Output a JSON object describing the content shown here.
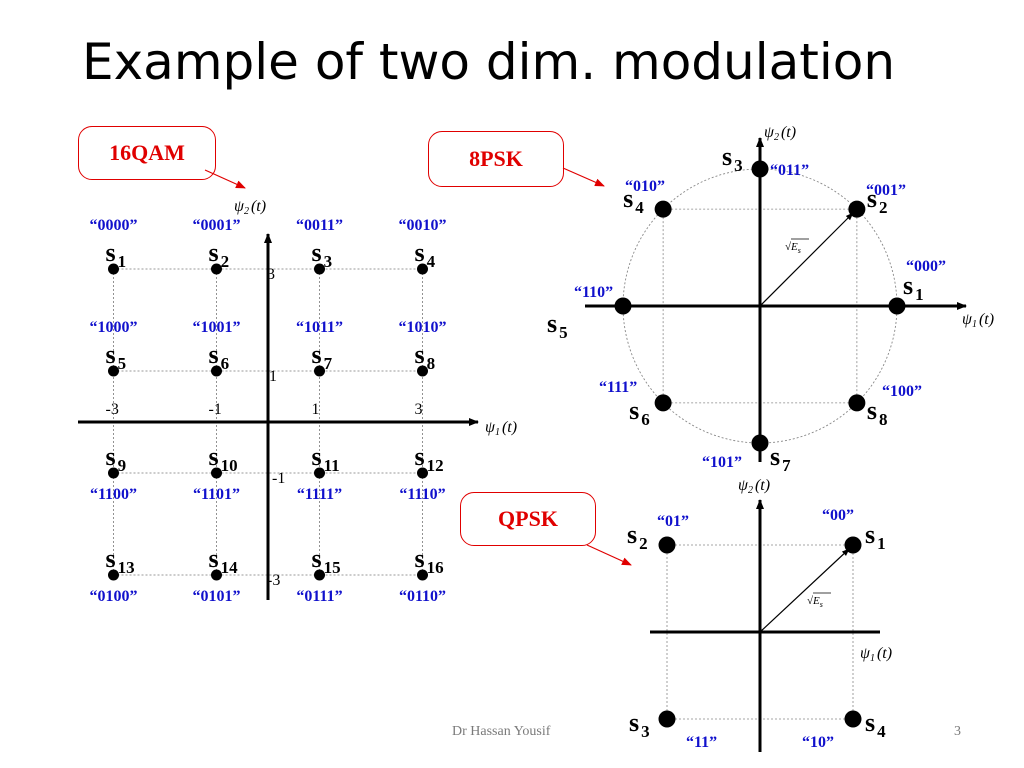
{
  "title": "Example of two dim. modulation",
  "footer": {
    "author": "Dr Hassan Yousif",
    "page": "3"
  },
  "colors": {
    "title": "#000000",
    "box": "#e00000",
    "code": "#1010cc",
    "points": "#000000"
  },
  "qam16": {
    "label": "16QAM",
    "x_label": "ψ1(t)",
    "y_label": "ψ2(t)",
    "x_ticks": [
      "-3",
      "-1",
      "1",
      "3"
    ],
    "y_ticks": [
      "3",
      "1",
      "-1",
      "-3"
    ],
    "points": [
      {
        "name": "s1",
        "x": -3,
        "y": 3,
        "code": "“0000”"
      },
      {
        "name": "s2",
        "x": -1,
        "y": 3,
        "code": "“0001”"
      },
      {
        "name": "s3",
        "x": 1,
        "y": 3,
        "code": "“0011”"
      },
      {
        "name": "s4",
        "x": 3,
        "y": 3,
        "code": "“0010”"
      },
      {
        "name": "s5",
        "x": -3,
        "y": 1,
        "code": "“1000”"
      },
      {
        "name": "s6",
        "x": -1,
        "y": 1,
        "code": "“1001”"
      },
      {
        "name": "s7",
        "x": 1,
        "y": 1,
        "code": "“1011”"
      },
      {
        "name": "s8",
        "x": 3,
        "y": 1,
        "code": "“1010”"
      },
      {
        "name": "s9",
        "x": -3,
        "y": -1,
        "code": "“1100”"
      },
      {
        "name": "s10",
        "x": -1,
        "y": -1,
        "code": "“1101”"
      },
      {
        "name": "s11",
        "x": 1,
        "y": -1,
        "code": "“1111”"
      },
      {
        "name": "s12",
        "x": 3,
        "y": -1,
        "code": "“1110”"
      },
      {
        "name": "s13",
        "x": -3,
        "y": -3,
        "code": "“0100”"
      },
      {
        "name": "s14",
        "x": -1,
        "y": -3,
        "code": "“0101”"
      },
      {
        "name": "s15",
        "x": 1,
        "y": -3,
        "code": "“0111”"
      },
      {
        "name": "s16",
        "x": 3,
        "y": -3,
        "code": "“0110”"
      }
    ]
  },
  "psk8": {
    "label": "8PSK",
    "x_label": "ψ1(t)",
    "y_label": "ψ2(t)",
    "radius_label": "√Es",
    "points": [
      {
        "name": "s1",
        "angle_deg": 0,
        "code": "“000”"
      },
      {
        "name": "s2",
        "angle_deg": 45,
        "code": "“001”"
      },
      {
        "name": "s3",
        "angle_deg": 90,
        "code": "“011”"
      },
      {
        "name": "s4",
        "angle_deg": 135,
        "code": "“010”"
      },
      {
        "name": "s5",
        "angle_deg": 180,
        "code": "“110”"
      },
      {
        "name": "s6",
        "angle_deg": 225,
        "code": "“111”"
      },
      {
        "name": "s7",
        "angle_deg": 270,
        "code": "“101”"
      },
      {
        "name": "s8",
        "angle_deg": 315,
        "code": "“100”"
      }
    ]
  },
  "qpsk": {
    "label": "QPSK",
    "x_label": "ψ1(t)",
    "y_label": "ψ2(t)",
    "radius_label": "√Es",
    "points": [
      {
        "name": "s1",
        "x": 1,
        "y": 1,
        "code": "“00”"
      },
      {
        "name": "s2",
        "x": -1,
        "y": 1,
        "code": "“01”"
      },
      {
        "name": "s3",
        "x": -1,
        "y": -1,
        "code": "“11”"
      },
      {
        "name": "s4",
        "x": 1,
        "y": -1,
        "code": "“10”"
      }
    ]
  }
}
